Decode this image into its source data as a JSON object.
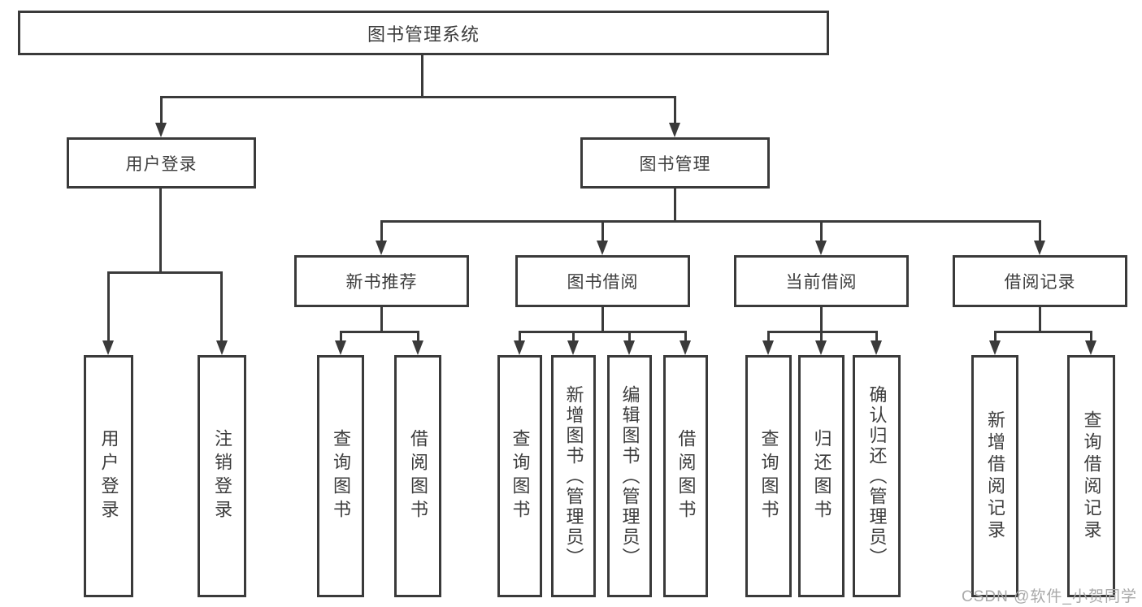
{
  "title": "图书管理系统",
  "level2": {
    "user_login": "用户登录",
    "book_management": "图书管理"
  },
  "level3": {
    "new_book_recommend": "新书推荐",
    "book_borrow": "图书借阅",
    "current_borrow": "当前借阅",
    "borrow_record": "借阅记录"
  },
  "leaves": {
    "user_login": [
      "用户登录",
      "注销登录"
    ],
    "new_book_recommend": [
      "查询图书",
      "借阅图书"
    ],
    "book_borrow": [
      "查询图书",
      "新增图书（管理员）",
      "编辑图书（管理员）",
      "借阅图书"
    ],
    "current_borrow": [
      "查询图书",
      "归还图书",
      "确认归还（管理员）"
    ],
    "borrow_record": [
      "新增借阅记录",
      "查询借阅记录"
    ]
  },
  "watermark": "CSDN @软件_小贺同学",
  "colors": {
    "line": "#3a3a3a",
    "text": "#3c3c3c",
    "watermark": "#a9a9a9",
    "background": "#ffffff"
  }
}
